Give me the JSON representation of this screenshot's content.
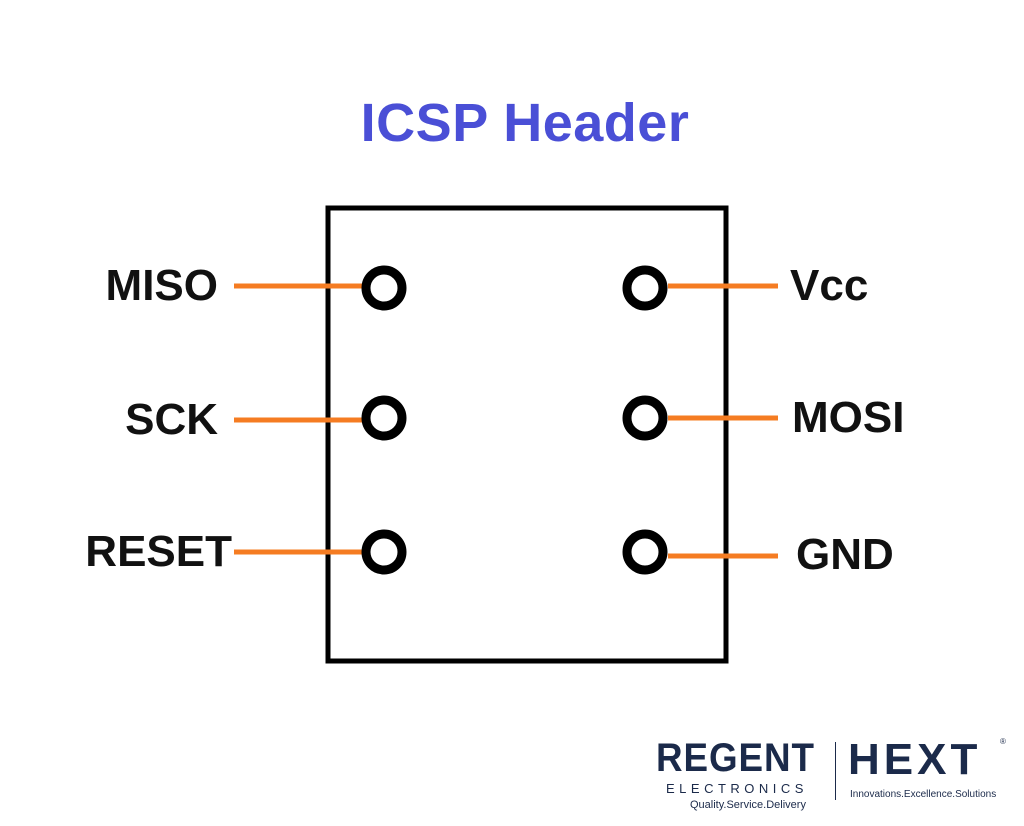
{
  "title": "ICSP Header",
  "colors": {
    "title": "#4a4fd6",
    "lead": "#f57c22",
    "outline": "#000000",
    "label": "#111111",
    "logo": "#1b2a4a"
  },
  "pins": {
    "left": [
      {
        "label": "MISO"
      },
      {
        "label": "SCK"
      },
      {
        "label": "RESET"
      }
    ],
    "right": [
      {
        "label": "Vcc"
      },
      {
        "label": "MOSI"
      },
      {
        "label": "GND"
      }
    ]
  },
  "logo": {
    "brand": "REGENT",
    "division": "ELECTRONICS",
    "tagline_left": "Quality.Service.Delivery",
    "partner": "HEXT",
    "registered_mark": "®",
    "tagline_right": "Innovations.Excellence.Solutions"
  }
}
